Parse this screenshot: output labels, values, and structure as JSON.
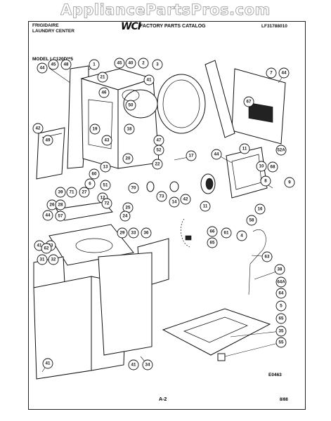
{
  "watermark": "AppliancePartsPros.com",
  "header": {
    "brand": "FRIGIDAIRE",
    "product_line": "LAUNDRY CENTER",
    "catalog_logo": "WCI",
    "catalog_title": "FACTORY PARTS CATALOG",
    "catalog_number": "LF31788010"
  },
  "model_label": "MODEL LC120D**5",
  "drawing_code": "E0463",
  "page_number": "A-2",
  "revision_date": "8/88",
  "callouts": [
    "44",
    "45",
    "48",
    "1",
    "45",
    "40",
    "2",
    "3",
    "7",
    "44",
    "21",
    "41",
    "46",
    "50",
    "67",
    "11",
    "18",
    "47",
    "44",
    "52A",
    "42",
    "19",
    "49",
    "43",
    "52",
    "17",
    "20",
    "10",
    "68",
    "22",
    "13",
    "70",
    "73",
    "14",
    "42",
    "11",
    "9",
    "8",
    "16",
    "58",
    "39",
    "71",
    "27",
    "60",
    "51",
    "6",
    "12",
    "72",
    "25",
    "24",
    "26",
    "28",
    "57",
    "44",
    "29",
    "33",
    "36",
    "66",
    "65",
    "61",
    "4",
    "43",
    "41",
    "62",
    "63",
    "38",
    "64A",
    "64",
    "5",
    "65",
    "35",
    "55",
    "41",
    "31",
    "32",
    "41",
    "34"
  ]
}
